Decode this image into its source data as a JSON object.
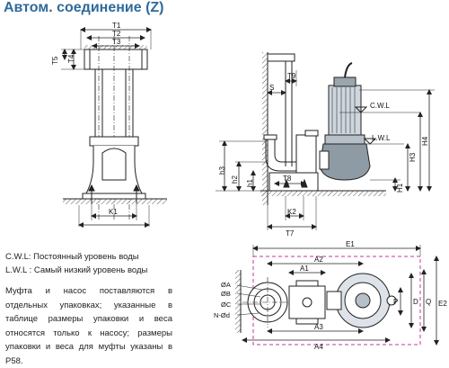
{
  "title": "Автом. соединение (Z)",
  "legend": {
    "cwl": "C.W.L: Постоянный уровень воды",
    "lwl": "L.W.L : Самый низкий уровень воды"
  },
  "note": "Муфта и насос поставляются в отдельных упаковках; указанные в таблице размеры упаковки и веса относятся только к насосу; размеры упаковки и веса для муфты указаны в P58.",
  "labels": {
    "t1": "T1",
    "t2": "T2",
    "t3": "T3",
    "t4": "T4",
    "t5": "T5",
    "k1": "K1",
    "k1_side": "K1",
    "k2": "K2",
    "t7": "T7",
    "t8": "T8",
    "t9": "T9",
    "s": "S",
    "h1": "H1",
    "h2": "h2",
    "h1_low": "h1",
    "h3": "H3",
    "h3_low": "h3",
    "h4": "H4",
    "cwl": "C.W.L",
    "lwl": "L.W.L",
    "e1": "E1",
    "e2": "E2",
    "a1": "A1",
    "a2": "A2",
    "a3": "A3",
    "a4": "A4",
    "p": "P",
    "d": "D",
    "q": "Q",
    "oa": "ØA",
    "ob": "ØB",
    "oc": "ØC",
    "nod": "N-Ød"
  },
  "colors": {
    "title": "#2f6a9a",
    "line": "#222222",
    "dash": "#c0399b"
  }
}
